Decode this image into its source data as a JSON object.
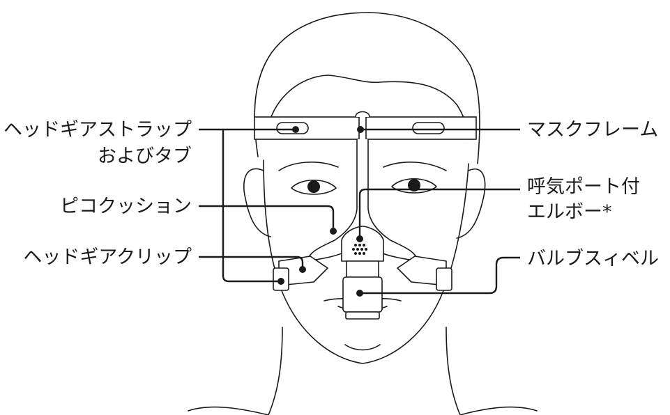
{
  "labels": {
    "headgear_strap_line1": "ヘッドギアストラップ",
    "headgear_strap_line2": "およびタブ",
    "pico_cushion": "ピコクッション",
    "headgear_clip": "ヘッドギアクリップ",
    "mask_frame": "マスクフレーム",
    "elbow_line1": "呼気ポート付",
    "elbow_line2": "エルボー*",
    "valve_swivel": "バルブスィベル"
  }
}
